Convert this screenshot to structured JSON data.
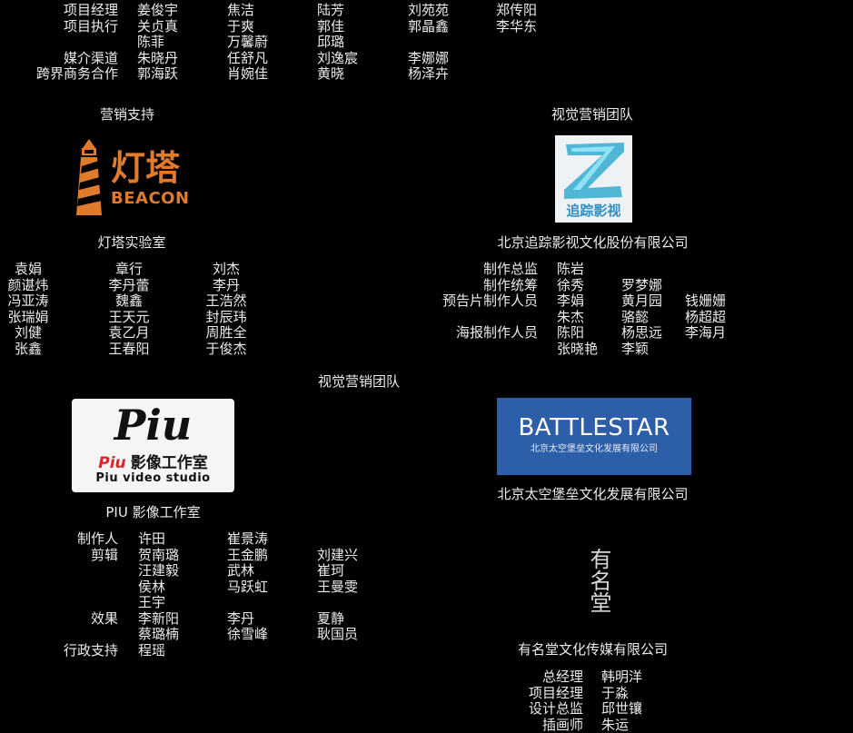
{
  "top": {
    "roles": [
      "项目经理",
      "项目执行",
      "",
      "媒介渠道",
      "跨界商务合作"
    ],
    "col1": [
      "姜俊宇",
      "关贞真",
      "陈菲",
      "朱晓丹",
      "郭海跃"
    ],
    "col2": [
      "焦洁",
      "于爽",
      "万馨蔚",
      "任舒凡",
      "肖婉佳"
    ],
    "col3": [
      "陆芳",
      "郭佳",
      "邱璐",
      "刘逸宸",
      "黄晓"
    ],
    "col4": [
      "刘苑苑",
      "郭晶鑫",
      "",
      "李娜娜",
      "杨泽卉"
    ],
    "col5": [
      "郑传阳",
      "李华东"
    ]
  },
  "beacon": {
    "heading": "营销支持",
    "logo_cn": "灯塔",
    "logo_en": "BEACON",
    "company": "灯塔实验室",
    "col1": [
      "袁娟",
      "颜谌炜",
      "冯亚涛",
      "张瑞娟",
      "刘健",
      "张鑫"
    ],
    "col2": [
      "章行",
      "李丹蕾",
      "魏鑫",
      "王天元",
      "袁乙月",
      "王春阳"
    ],
    "col3": [
      "刘杰",
      "李丹",
      "王浩然",
      "封辰玮",
      "周胜全",
      "于俊杰"
    ]
  },
  "zhuizong": {
    "heading": "视觉营销团队",
    "logo_text": "追踪影视",
    "company": "北京追踪影视文化股份有限公司",
    "roles": [
      "制作总监",
      "制作统筹",
      "预告片制作人员",
      "",
      "海报制作人员"
    ],
    "col1": [
      "陈岩",
      "徐秀",
      "李娟",
      "朱杰",
      "陈阳",
      "张晓艳"
    ],
    "col2": [
      "",
      "罗梦娜",
      "黄月园",
      "骆懿",
      "杨思远",
      "李颖"
    ],
    "col3": [
      "",
      "",
      "钱姗姗",
      "杨超超",
      "李海月"
    ]
  },
  "piu": {
    "heading": "视觉营销团队",
    "logo_big": "Piu",
    "logo_cn": "影像工作室",
    "logo_en": "Piu video studio",
    "company": "PIU 影像工作室",
    "roles": [
      "制作人",
      "剪辑",
      "",
      "",
      "",
      "效果",
      "",
      "行政支持"
    ],
    "col1": [
      "许田",
      "贺南璐",
      "汪建毅",
      "侯林",
      "王宇",
      "李新阳",
      "蔡璐楠",
      "程瑶"
    ],
    "col2": [
      "崔景涛",
      "王金鹏",
      "武林",
      "马跃虹",
      "",
      "李丹",
      "徐雪峰"
    ],
    "col3": [
      "",
      "刘建兴",
      "崔珂",
      "王曼雯",
      "",
      "夏静",
      "耿国员"
    ]
  },
  "battlestar": {
    "logo_en": "BATTLESTAR",
    "logo_cn": "北京太空堡垒文化发展有限公司",
    "company": "北京太空堡垒文化发展有限公司"
  },
  "youmingtang": {
    "logo_text": "有名堂",
    "company": "有名堂文化传媒有限公司",
    "roles": [
      "总经理",
      "项目经理",
      "设计总监",
      "插画师"
    ],
    "names": [
      "韩明洋",
      "于淼",
      "邱世镶",
      "朱运"
    ]
  },
  "colors": {
    "background": "#000000",
    "text": "#ececec",
    "beacon_orange": "#e07a2c",
    "battlestar_blue": "#2d5ea8",
    "zhuizong_cyan": "#6fd6ec"
  }
}
